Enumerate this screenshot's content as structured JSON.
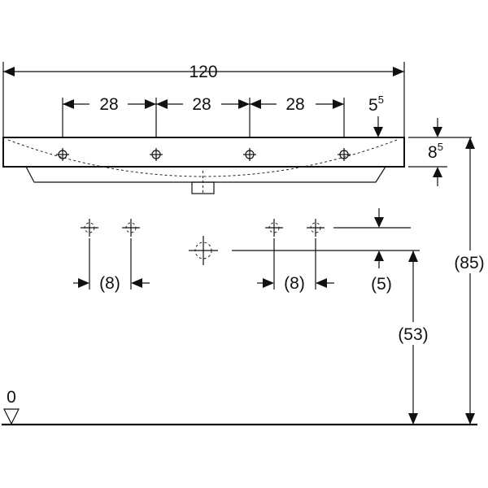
{
  "diagram": {
    "overall_width": "120",
    "hole_spacing": [
      "28",
      "28",
      "28"
    ],
    "edge_offset": {
      "main": "5",
      "sup": "5"
    },
    "rim_thickness": {
      "main": "8",
      "sup": "5"
    },
    "total_height": "(85)",
    "valve_spacing_left": "(8)",
    "valve_spacing_right": "(8)",
    "valve_offset": "(5)",
    "drain_height": "(53)",
    "floor_label": "0"
  }
}
